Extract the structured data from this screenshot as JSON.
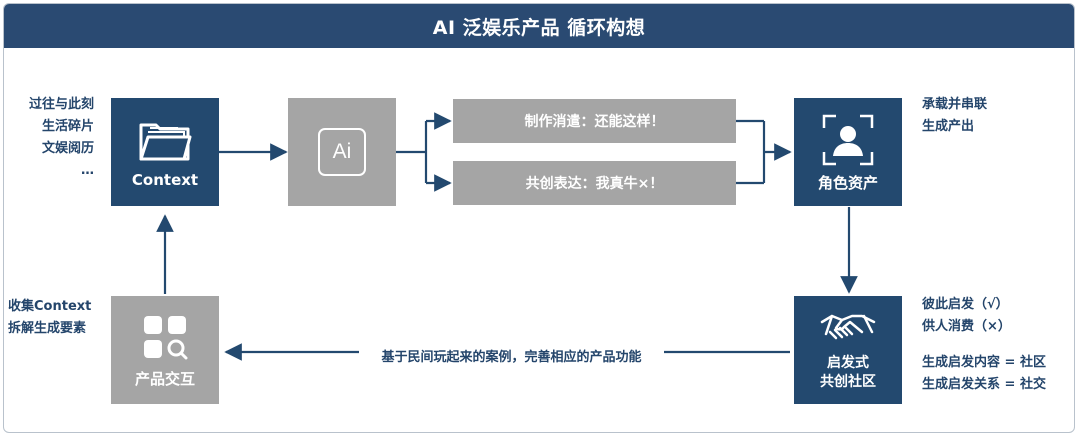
{
  "title": "AI 泛娱乐产品 循环构想",
  "left_top_notes": [
    "过往与此刻",
    "生活碎片",
    "文娱阅历",
    "…"
  ],
  "left_bottom_notes": [
    "收集Context",
    "拆解生成要素"
  ],
  "right_top_notes": [
    "承载并串联",
    "生成产出"
  ],
  "right_bottom_notes": [
    "彼此启发（√）",
    "供人消费（×）",
    "",
    "生成启发内容 = 社区",
    "生成启发关系 = 社交"
  ],
  "context_box": {
    "label": "Context",
    "icon": "folder-icon"
  },
  "ai_box": {
    "label": "Ai",
    "icon": "ai-app-icon"
  },
  "bar_top": "制作消遣：还能这样！",
  "bar_bottom": "共创表达：我真牛×！",
  "role_box": {
    "label": "角色资产",
    "icon": "user-portrait-icon"
  },
  "community_box": {
    "label_line1": "启发式",
    "label_line2": "共创社区",
    "icon": "handshake-icon"
  },
  "product_box": {
    "label": "产品交互",
    "icon": "apps-search-icon"
  },
  "bottom_arrow_label": "基于民间玩起来的案例，完善相应的产品功能",
  "colors": {
    "navy": "#23496f",
    "grey": "#a5a5a5",
    "text": "#24456b"
  }
}
